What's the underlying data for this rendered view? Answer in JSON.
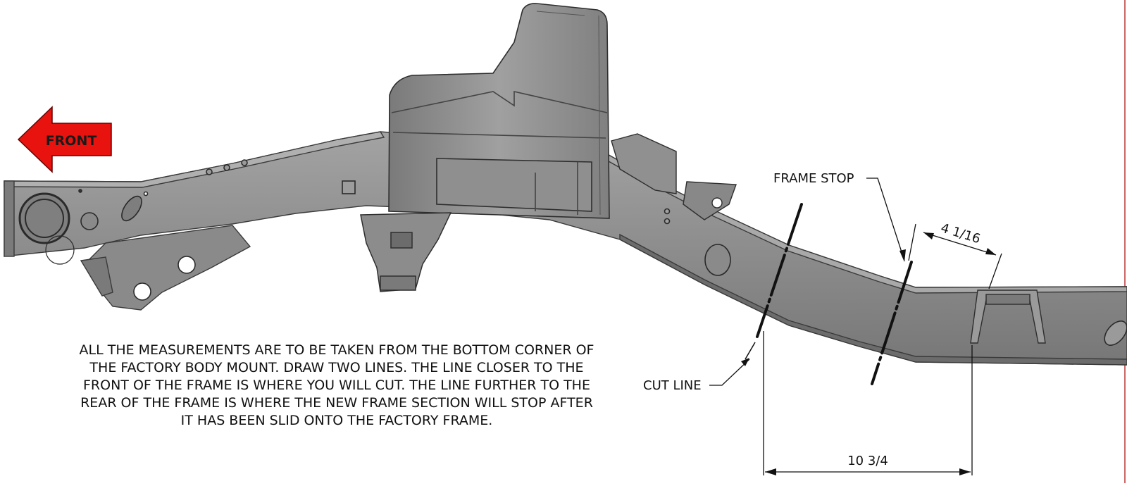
{
  "front_label": "FRONT",
  "labels": {
    "frame_stop": "FRAME STOP",
    "cut_line": "CUT LINE"
  },
  "dimensions": {
    "d1": "4 1/16",
    "d2": "10 3/4"
  },
  "note_lines": [
    "ALL THE MEASUREMENTS ARE TO BE TAKEN FROM THE BOTTOM CORNER OF",
    "THE FACTORY BODY MOUNT. DRAW TWO LINES. THE LINE CLOSER TO THE",
    "FRONT OF THE FRAME IS WHERE YOU WILL CUT. THE LINE FURTHER TO THE",
    "REAR OF THE FRAME IS WHERE THE NEW FRAME SECTION WILL STOP AFTER",
    "IT HAS BEEN SLID ONTO THE FACTORY FRAME."
  ],
  "colors": {
    "arrow_fill": "#e8130f",
    "frame_fill": "#8c8c8c",
    "frame_dark": "#6a6a6a",
    "frame_light": "#a8a8a8",
    "line": "#111111"
  }
}
